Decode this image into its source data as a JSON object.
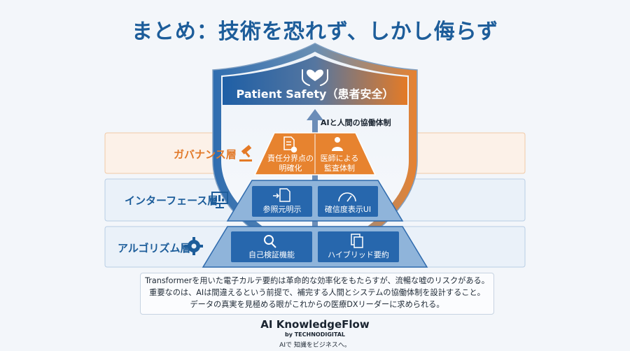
{
  "title": "まとめ：技術を恐れず、しかし侮らず",
  "shield": {
    "label": "Patient Safety（患者安全）",
    "arrow_label": "AIと人間の協働体制"
  },
  "layers": [
    {
      "name": "ガバナンス層",
      "color": "#e27a2a",
      "boxes": [
        {
          "lines": [
            "責任分界点の",
            "明確化"
          ]
        },
        {
          "lines": [
            "医師による",
            "監査体制"
          ]
        }
      ]
    },
    {
      "name": "インターフェース層",
      "color": "#1d5d9a",
      "boxes": [
        {
          "lines": [
            "参照元明示"
          ]
        },
        {
          "lines": [
            "確信度表示UI"
          ]
        }
      ]
    },
    {
      "name": "アルゴリズム層",
      "color": "#1d5d9a",
      "boxes": [
        {
          "lines": [
            "自己検証機能"
          ]
        },
        {
          "lines": [
            "ハイブリッド要約"
          ]
        }
      ]
    }
  ],
  "note": [
    "Transformerを用いた電子カルテ要約は革命的な効率化をもたらすが、流暢な嘘のリスクがある。",
    "重要なのは、AIは間違えるという前提で、補完する人間とシステムの協働体制を設計すること。",
    "データの真実を見極める眼がこれからの医療DXリーダーに求められる。"
  ],
  "brand": {
    "name": "AI KnowledgeFlow",
    "by": "by TECHNODIGITAL",
    "tagline": "AIで 知識をビジネスへ。"
  },
  "icons": [
    "heart-hands-icon",
    "gavel-icon",
    "monitor-chart-icon",
    "gear-icon",
    "document-check-icon",
    "doctor-icon",
    "document-arrow-icon",
    "gauge-icon",
    "magnifier-icon",
    "document-swap-icon"
  ]
}
